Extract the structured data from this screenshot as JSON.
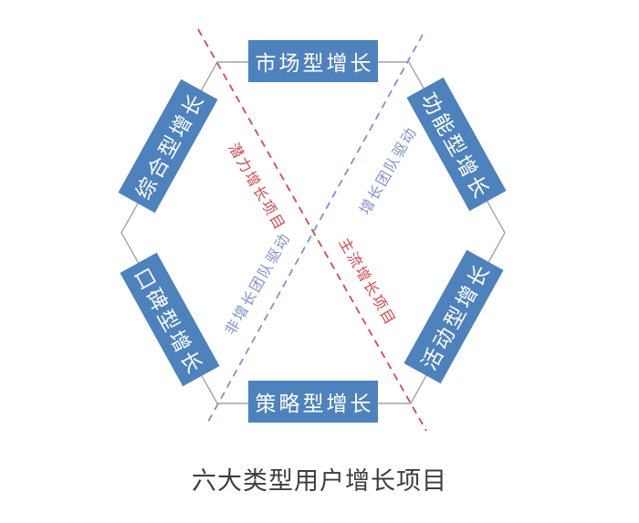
{
  "title": "六大类型用户增长项目",
  "colors": {
    "node_fill": "#4e82bd",
    "node_text": "#ffffff",
    "hexagon_outline": "#a4a4a4",
    "red_axis": "#d04a50",
    "blue_axis": "#7e91d0",
    "title_text": "#3d3d3d",
    "background": "#ffffff"
  },
  "diagram": {
    "shape": "hexagon",
    "nodes": [
      {
        "id": "market",
        "position": "top",
        "label": "市场型增长"
      },
      {
        "id": "function",
        "position": "upper-right",
        "label": "功能型增长"
      },
      {
        "id": "activity",
        "position": "lower-right",
        "label": "活动型增长"
      },
      {
        "id": "strategy",
        "position": "bottom",
        "label": "策略型增长"
      },
      {
        "id": "word-of-mouth",
        "position": "lower-left",
        "label": "口碑型增长"
      },
      {
        "id": "comprehensive",
        "position": "upper-left",
        "label": "综合型增长"
      }
    ],
    "axes": [
      {
        "id": "red-axis",
        "style": "dashed",
        "color": "#d04a50",
        "direction": "top-left-to-bottom-right",
        "label_upper": "潜力增长项目",
        "label_lower": "主流增长项目"
      },
      {
        "id": "blue-axis",
        "style": "dashed",
        "color": "#7e91d0",
        "direction": "top-right-to-bottom-left",
        "label_upper": "增长团队驱动",
        "label_lower": "非增长团队驱动"
      }
    ]
  }
}
